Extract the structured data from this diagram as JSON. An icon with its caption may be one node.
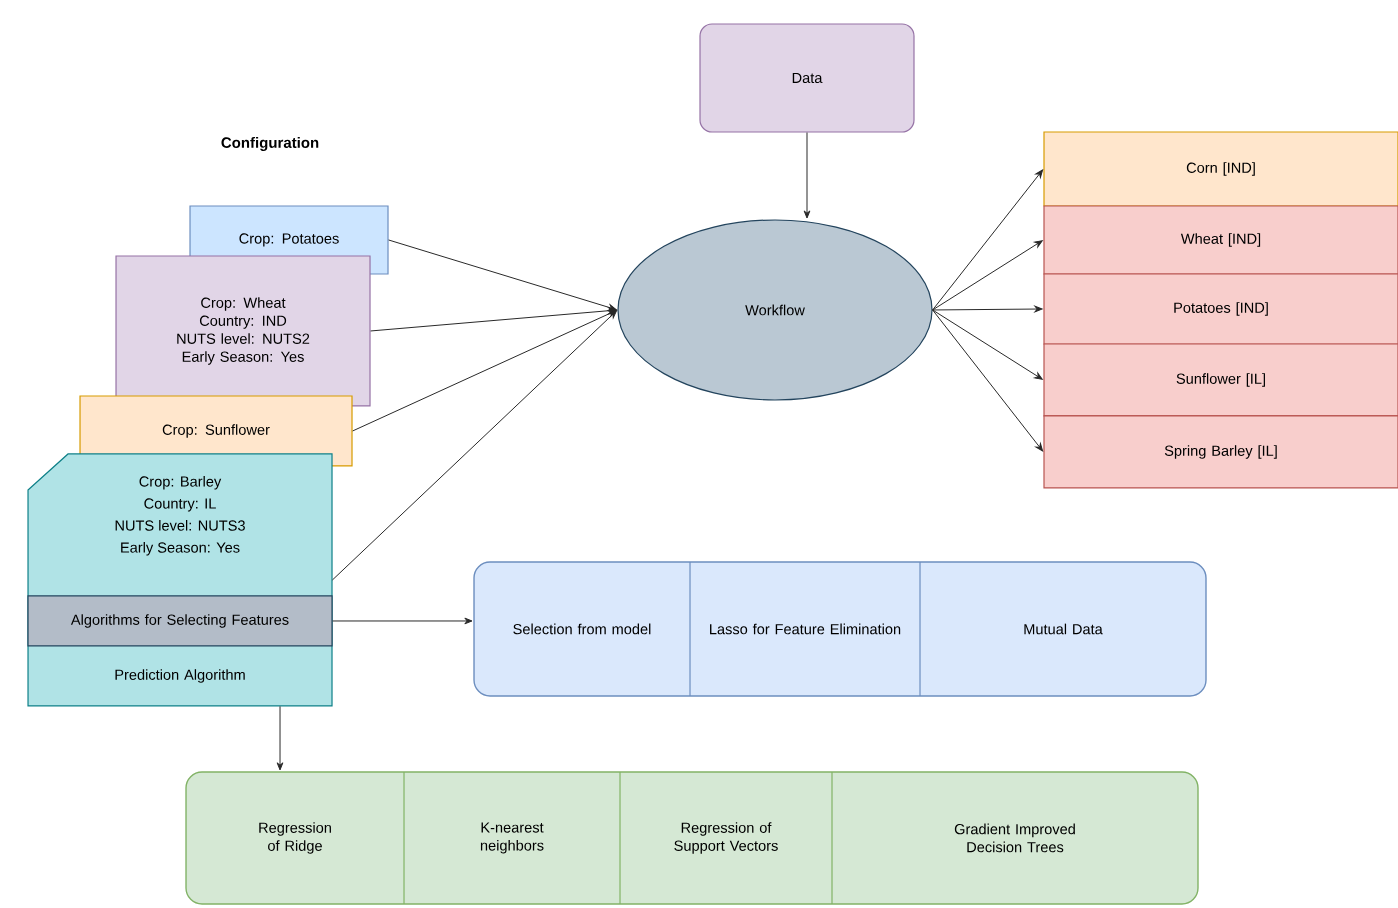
{
  "diagram": {
    "nodes": [
      {
        "text": [
          "Data"
        ]
      },
      {
        "text": [
          "Workflow"
        ]
      },
      {
        "text": [
          "Crop: Potatoes"
        ]
      },
      {
        "text": [
          "Crop: Wheat",
          "Country: IND",
          "NUTS level: NUTS2",
          "Early Season: Yes"
        ]
      },
      {
        "text": [
          "Crop: Sunflower"
        ]
      },
      {
        "text": [
          "Crop: Barley",
          "Country: IL",
          "NUTS level: NUTS3",
          "Early Season: Yes"
        ]
      },
      {
        "text": [
          "Algorithms for Selecting Features"
        ],
        "in": 5
      },
      {
        "text": [
          "Prediction Algorithm"
        ],
        "in": 5
      },
      {
        "text": [
          "Corn [IND]"
        ]
      },
      {
        "text": [
          "Wheat [IND]"
        ]
      },
      {
        "text": [
          "Potatoes [IND]"
        ]
      },
      {
        "text": [
          "Sunflower [IL]"
        ]
      },
      {
        "text": [
          "Spring Barley [IL]"
        ]
      },
      {
        "text": [],
        "shape": "box"
      },
      {
        "text": [
          "Selection from model"
        ],
        "in": 13
      },
      {
        "text": [
          "Lasso for Feature Elimination"
        ],
        "in": 13
      },
      {
        "text": [
          "Mutual Data"
        ],
        "in": 13
      },
      {
        "text": [],
        "shape": "box"
      },
      {
        "text": [
          "Regression of Ridge"
        ],
        "in": 17
      },
      {
        "text": [
          "K-nearest neighbors"
        ],
        "in": 17
      },
      {
        "text": [
          "Regression of Support Vectors"
        ],
        "in": 17
      },
      {
        "text": [
          "Gradient Improved Decision Trees"
        ],
        "in": 17
      }
    ],
    "edges": [
      {
        "from": 0,
        "to": 1,
        "arrow": "to"
      },
      {
        "from": 2,
        "to": 1,
        "arrow": "to"
      },
      {
        "from": 3,
        "to": 1,
        "arrow": "to"
      },
      {
        "from": 4,
        "to": 1,
        "arrow": "to"
      },
      {
        "from": 5,
        "to": 1,
        "arrow": "to"
      },
      {
        "from": 1,
        "to": 8,
        "arrow": "to"
      },
      {
        "from": 1,
        "to": 9,
        "arrow": "to"
      },
      {
        "from": 1,
        "to": 10,
        "arrow": "to"
      },
      {
        "from": 1,
        "to": 11,
        "arrow": "to"
      },
      {
        "from": 1,
        "to": 12,
        "arrow": "to"
      },
      {
        "from": 6,
        "to": 13,
        "arrow": "to"
      },
      {
        "from": 7,
        "to": 17,
        "arrow": "to"
      }
    ],
    "labels": [
      "Configuration"
    ]
  }
}
